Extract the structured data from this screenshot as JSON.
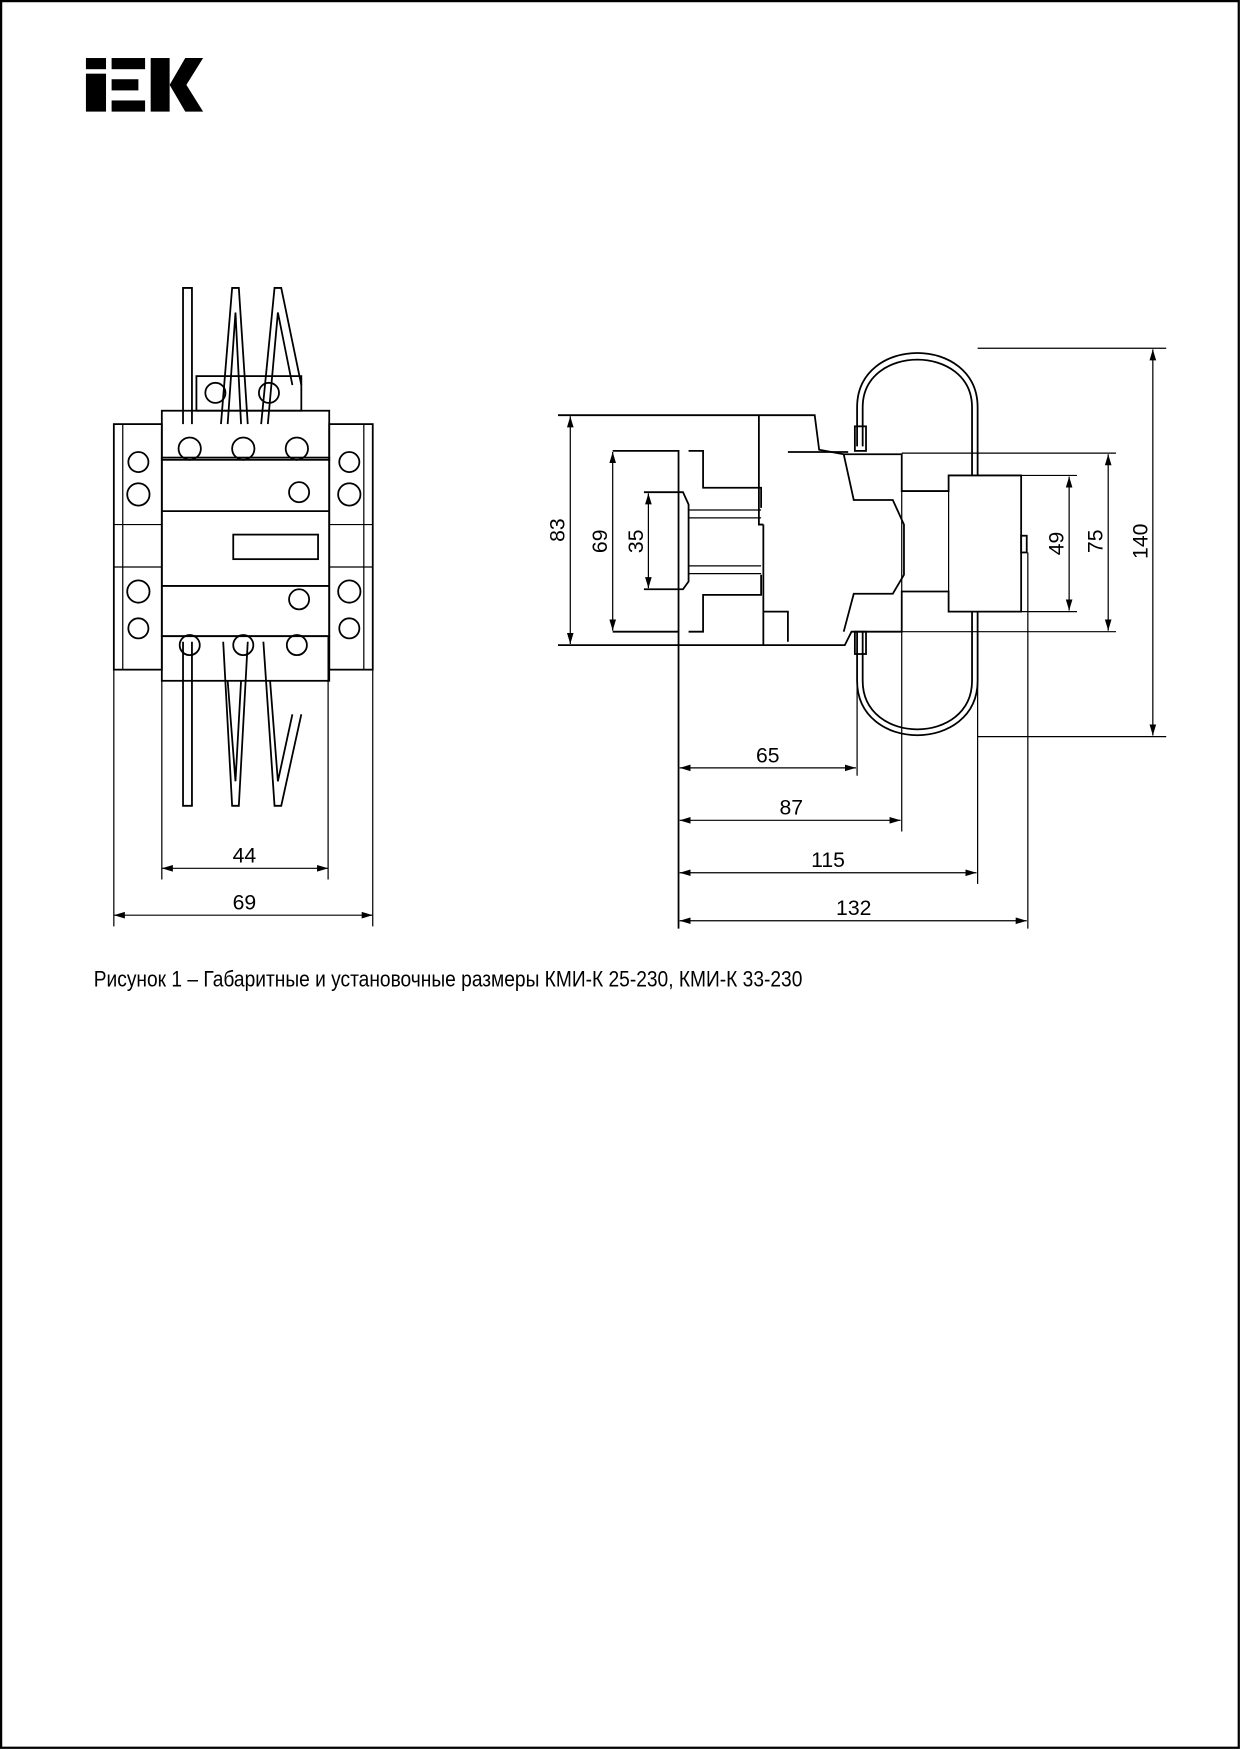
{
  "logo": {
    "text": "IEK"
  },
  "front_view": {
    "dimensions": {
      "inner_width": "44",
      "outer_width": "69"
    }
  },
  "side_view": {
    "dimensions": {
      "height_83": "83",
      "height_69": "69",
      "rail_35": "35",
      "height_49": "49",
      "height_75": "75",
      "height_140": "140",
      "depth_65": "65",
      "depth_87": "87",
      "depth_115": "115",
      "depth_132": "132"
    }
  },
  "caption": "Рисунок 1 – Габаритные и установочные размеры КМИ-К 25-230, КМИ-К 33-230"
}
